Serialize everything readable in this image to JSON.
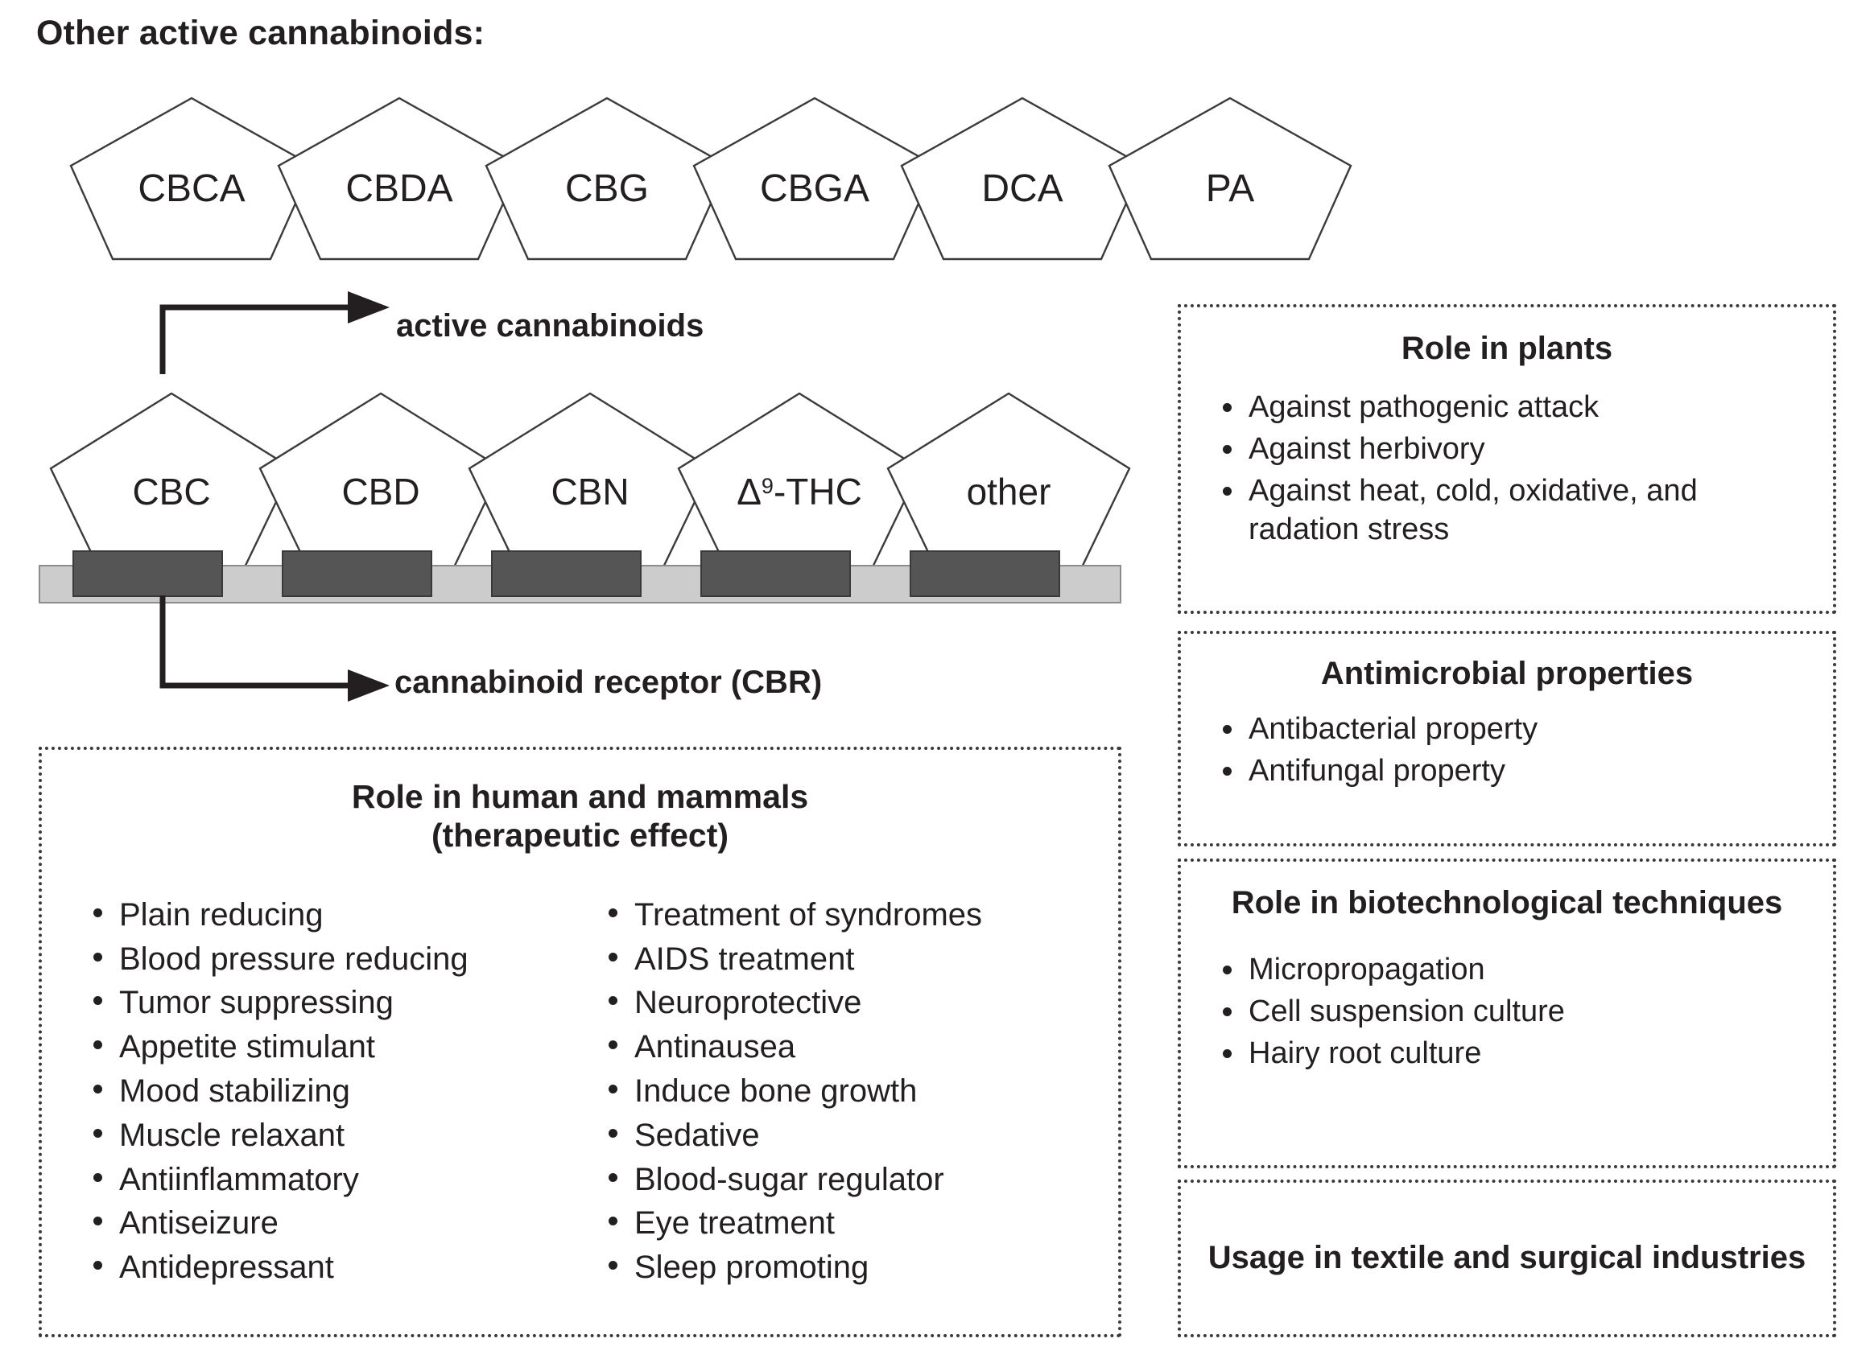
{
  "heading": "Other active cannabinoids:",
  "top_pentagons": [
    {
      "label": "CBCA"
    },
    {
      "label": "CBDA"
    },
    {
      "label": "CBG"
    },
    {
      "label": "CBGA"
    },
    {
      "label": "DCA"
    },
    {
      "label": "PA"
    }
  ],
  "bottom_pentagons": [
    {
      "label": "CBC",
      "sup": ""
    },
    {
      "label": "CBD",
      "sup": ""
    },
    {
      "label": "CBN",
      "sup": ""
    },
    {
      "label": "Δ",
      "sup": "9",
      "tail": "-THC"
    },
    {
      "label": "other",
      "sup": ""
    }
  ],
  "arrows": {
    "active_cannabinoids_label": "active cannabinoids",
    "cbr_label": "cannabinoid receptor (CBR)"
  },
  "membrane": {
    "receptor_count": 5,
    "membrane_color": "#cccccc",
    "receptor_color": "#555555"
  },
  "panels": {
    "plants": {
      "title": "Role in plants",
      "items": [
        "Against pathogenic attack",
        "Against herbivory",
        "Against heat, cold, oxidative, and radation stress"
      ]
    },
    "antimicrobial": {
      "title": "Antimicrobial properties",
      "items": [
        "Antibacterial property",
        "Antifungal property"
      ]
    },
    "biotech": {
      "title": "Role in biotechnological techniques",
      "items": [
        "Micropropagation",
        "Cell suspension culture",
        "Hairy root culture"
      ]
    },
    "textile": {
      "title": "Usage in textile and surgical industries"
    },
    "therapeutic": {
      "title": "Role in human and mammals (therapeutic effect)",
      "title_line1": "Role in human and mammals",
      "title_line2": "(therapeutic effect)",
      "left_items": [
        "Plain reducing",
        "Blood pressure reducing",
        "Tumor suppressing",
        "Appetite stimulant",
        "Mood stabilizing",
        "Muscle relaxant",
        "Antiinflammatory",
        "Antiseizure",
        "Antidepressant"
      ],
      "right_items": [
        "Treatment of syndromes",
        "AIDS treatment",
        "Neuroprotective",
        "Antinausea",
        "Induce bone growth",
        "Sedative",
        "Blood-sugar regulator",
        "Eye treatment",
        "Sleep promoting"
      ]
    }
  },
  "colors": {
    "ink": "#231f20",
    "outline": "#3b3b3b",
    "membrane": "#cccccc",
    "receptor": "#555555"
  }
}
